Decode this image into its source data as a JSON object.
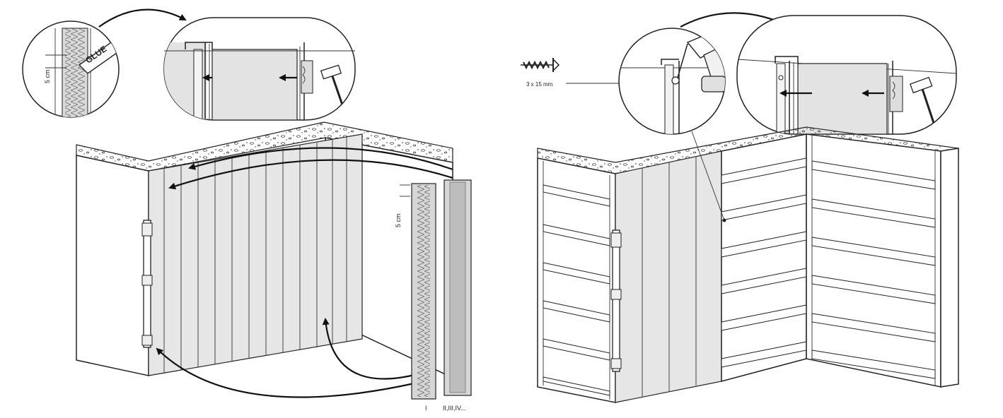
{
  "left_step": {
    "glue_label": "GLUE",
    "glue_spacing": "5 cm",
    "board_spacing": "5 cm",
    "board_labels": [
      "I",
      "II,III,IV..."
    ]
  },
  "right_step": {
    "screw_size": "3 x 15 mm"
  }
}
